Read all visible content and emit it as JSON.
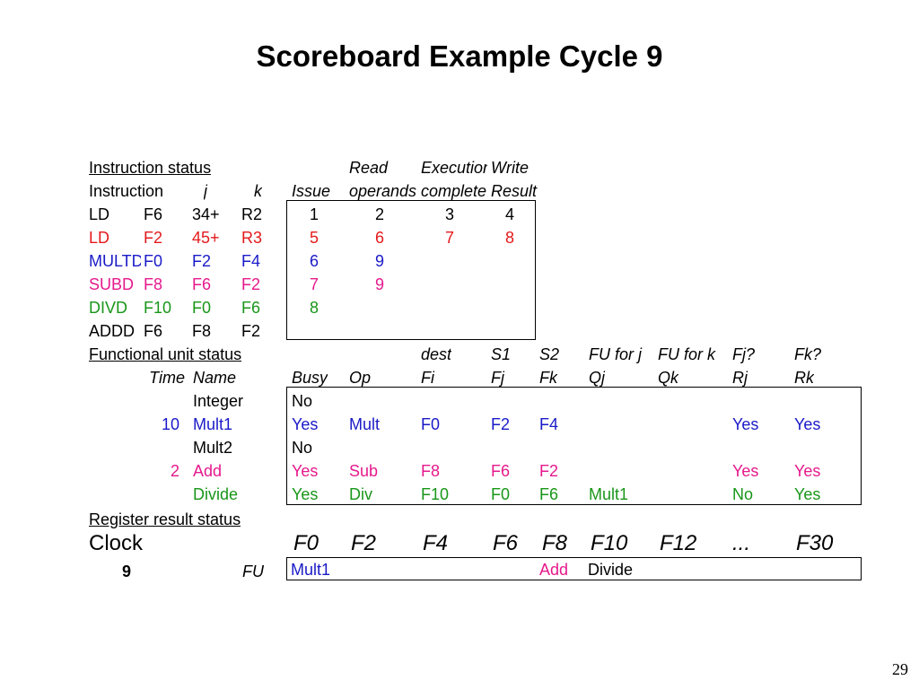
{
  "title": "Scoreboard Example Cycle 9",
  "page_number": "29",
  "instruction_status": {
    "section_label": "Instruction status",
    "header_row1": [
      "Read",
      "Execution",
      "Write"
    ],
    "header_row2": [
      "Instruction",
      "j",
      "k",
      "Issue",
      "operands",
      "complete",
      "Result"
    ],
    "rows": [
      {
        "op": "LD",
        "j": "F6",
        "k": "34+",
        "r": "R2",
        "issue": "1",
        "read": "2",
        "exec": "3",
        "write": "4",
        "color": "#000000"
      },
      {
        "op": "LD",
        "j": "F2",
        "k": "45+",
        "r": "R3",
        "issue": "5",
        "read": "6",
        "exec": "7",
        "write": "8",
        "color": "#e31a1c"
      },
      {
        "op": "MULTD",
        "j": "F0",
        "k": "F2",
        "r": "F4",
        "issue": "6",
        "read": "9",
        "exec": "",
        "write": "",
        "color": "#1a1ac8"
      },
      {
        "op": "SUBD",
        "j": "F8",
        "k": "F6",
        "r": "F2",
        "issue": "7",
        "read": "9",
        "exec": "",
        "write": "",
        "color": "#e6198c"
      },
      {
        "op": "DIVD",
        "j": "F10",
        "k": "F0",
        "r": "F6",
        "issue": "8",
        "read": "",
        "exec": "",
        "write": "",
        "color": "#199619"
      },
      {
        "op": "ADDD",
        "j": "F6",
        "k": "F8",
        "r": "F2",
        "issue": "",
        "read": "",
        "exec": "",
        "write": "",
        "color": "#000000"
      }
    ]
  },
  "functional_unit_status": {
    "section_label": "Functional unit status",
    "header_row1": [
      "dest",
      "S1",
      "S2",
      "FU for j",
      "FU for k",
      "Fj?",
      "Fk?"
    ],
    "header_row2": [
      "Time",
      "Name",
      "Busy",
      "Op",
      "Fi",
      "Fj",
      "Fk",
      "Qj",
      "Qk",
      "Rj",
      "Rk"
    ],
    "rows": [
      {
        "time": "",
        "name": "Integer",
        "busy": "No",
        "op": "",
        "fi": "",
        "fj": "",
        "fk": "",
        "qj": "",
        "qk": "",
        "rj": "",
        "rk": "",
        "color": "#000000"
      },
      {
        "time": "10",
        "name": "Mult1",
        "busy": "Yes",
        "op": "Mult",
        "fi": "F0",
        "fj": "F2",
        "fk": "F4",
        "qj": "",
        "qk": "",
        "rj": "Yes",
        "rk": "Yes",
        "color": "#1a1ac8"
      },
      {
        "time": "",
        "name": "Mult2",
        "busy": "No",
        "op": "",
        "fi": "",
        "fj": "",
        "fk": "",
        "qj": "",
        "qk": "",
        "rj": "",
        "rk": "",
        "color": "#000000"
      },
      {
        "time": "2",
        "name": "Add",
        "busy": "Yes",
        "op": "Sub",
        "fi": "F8",
        "fj": "F6",
        "fk": "F2",
        "qj": "",
        "qk": "",
        "rj": "Yes",
        "rk": "Yes",
        "color": "#e6198c"
      },
      {
        "time": "",
        "name": "Divide",
        "busy": "Yes",
        "op": "Div",
        "fi": "F10",
        "fj": "F0",
        "fk": "F6",
        "qj": "Mult1",
        "qk": "",
        "rj": "No",
        "rk": "Yes",
        "color": "#199619"
      }
    ]
  },
  "register_result_status": {
    "section_label": "Register result status",
    "clock_label": "Clock",
    "clock_value": "9",
    "fu_label": "FU",
    "registers": [
      "F0",
      "F2",
      "F4",
      "F6",
      "F8",
      "F10",
      "F12",
      "...",
      "F30"
    ],
    "fu_values": [
      {
        "value": "Mult1",
        "color": "#1a1ac8"
      },
      {
        "value": "",
        "color": "#000000"
      },
      {
        "value": "",
        "color": "#000000"
      },
      {
        "value": "",
        "color": "#000000"
      },
      {
        "value": "Add",
        "color": "#e6198c"
      },
      {
        "value": "Divide",
        "color": "#000000"
      },
      {
        "value": "",
        "color": "#000000"
      },
      {
        "value": "",
        "color": "#000000"
      },
      {
        "value": "",
        "color": "#000000"
      }
    ]
  }
}
